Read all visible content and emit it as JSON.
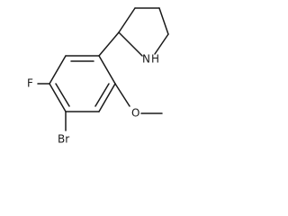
{
  "molecule": {
    "atoms": {
      "fluorine": "F",
      "bromine": "Br",
      "oxygen": "O",
      "nitrogen": "N",
      "hydrogen_on_nitrogen": "H"
    },
    "colors": {
      "bond": "#1a1a1a",
      "label": "#1a1a1a",
      "background": "#ffffff"
    }
  }
}
